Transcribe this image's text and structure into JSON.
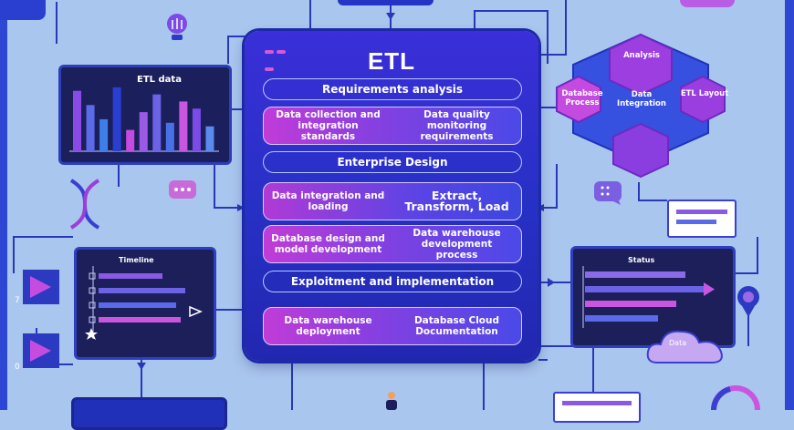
{
  "panel": {
    "title": "ETL",
    "sections": [
      {
        "label": "Requirements analysis"
      },
      {
        "label": "Enterprise Design"
      },
      {
        "label": "Exploitment and implementation"
      }
    ],
    "cards": [
      {
        "left": "Data collection and integration standards",
        "right": "Data quality monitoring requirements"
      },
      {
        "left": "Data integration and loading",
        "right": "Extract, Transform, Load"
      },
      {
        "left": "Database design and model development",
        "right": "Data warehouse development process"
      },
      {
        "left": "Data warehouse deployment",
        "right": "Database Cloud Documentation"
      }
    ]
  },
  "left_chart": {
    "label": "ETL data",
    "chart_data": {
      "type": "bar",
      "values": [
        85,
        65,
        45,
        90,
        30,
        55,
        80,
        40,
        70,
        60,
        35
      ],
      "ylim": [
        0,
        100
      ]
    }
  },
  "hexagons": [
    {
      "label": "Analysis"
    },
    {
      "label": "Database Process"
    },
    {
      "label": "Data Integration"
    },
    {
      "label": "ETL Layout"
    }
  ],
  "left_gantt": {
    "title": "Timeline"
  },
  "right_gantt": {
    "title": "Status"
  },
  "left_numbers": [
    "7",
    "0"
  ],
  "cloud": {
    "label": "Data"
  },
  "colors": {
    "background": "#a9c6ee",
    "panel": "#2a30c8",
    "accent_purple": "#b33ad6",
    "accent_blue": "#3f49e6",
    "line": "#2838b8"
  },
  "icons": {
    "bulb": "lightbulb-icon",
    "dna": "dna-icon",
    "pin": "location-pin-icon",
    "chat_left": "chat-bubble-icon",
    "chat_right": "chat-bubble-icon",
    "cloud": "cloud-icon",
    "person": "person-icon"
  }
}
